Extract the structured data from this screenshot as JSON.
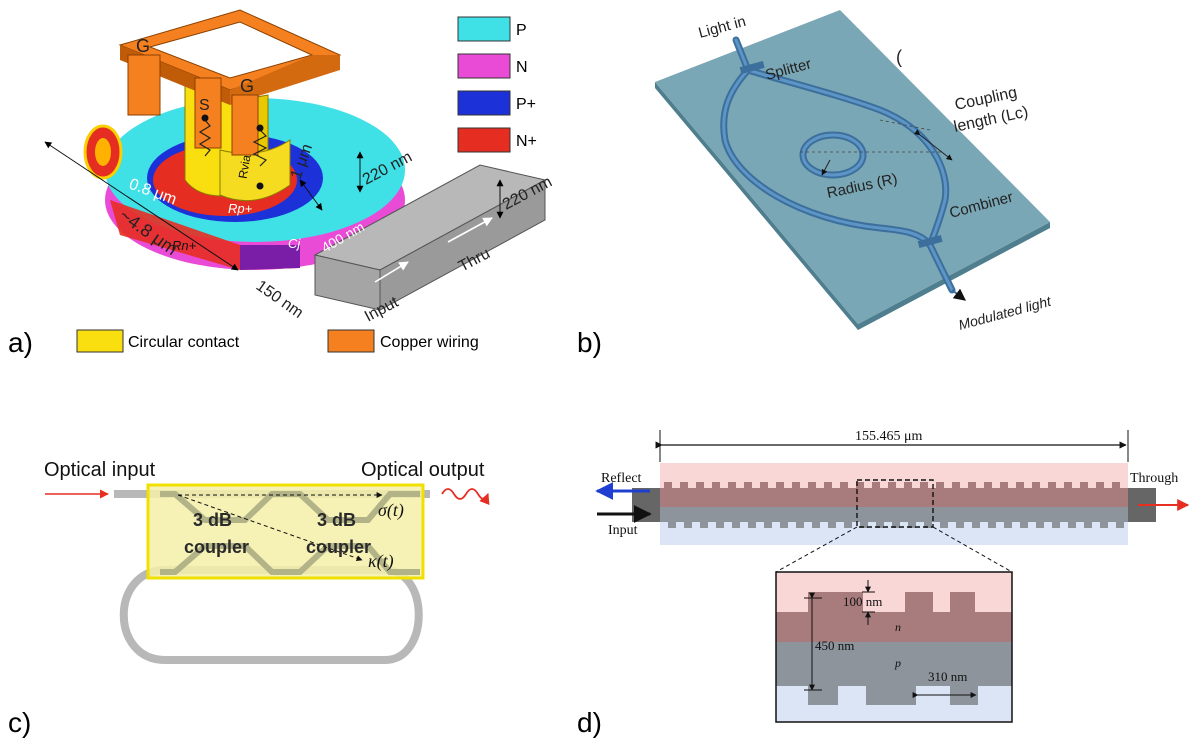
{
  "panel_a": {
    "panel_label": "a)",
    "legend": [
      {
        "label": "P",
        "color": "#3fe0e6"
      },
      {
        "label": "N",
        "color": "#ea4bd6"
      },
      {
        "label": "P+",
        "color": "#1c31d8"
      },
      {
        "label": "N+",
        "color": "#e52d22"
      }
    ],
    "legend_bottom": [
      {
        "label": "Circular contact",
        "color": "#f9df0f"
      },
      {
        "label": "Copper wiring",
        "color": "#f5801f"
      }
    ],
    "contacts": {
      "g1": "G",
      "s": "S",
      "g2": "G"
    },
    "dims": {
      "d220_ring": "220 nm",
      "d220_wg": "220 nm",
      "d1um": "1 μm",
      "d08": "0.8 μm",
      "d48": "~4.8 μm",
      "d400": "400 nm",
      "d150": "150 nm"
    },
    "resistors": {
      "rp": "Rp+",
      "rn": "Rn+",
      "rvia": "Rvia",
      "cj": "Cj"
    },
    "ports": {
      "input": "Input",
      "thru": "Thru"
    }
  },
  "panel_b": {
    "panel_label": "b)",
    "light_in": "Light in",
    "splitter": "Splitter",
    "coupling": [
      "Coupling",
      "length (Lc)"
    ],
    "radius": "Radius (R)",
    "combiner": "Combiner",
    "modulated": "Modulated light",
    "stray_mark": "("
  },
  "panel_c": {
    "panel_label": "c)",
    "optical_input": "Optical input",
    "optical_output": "Optical output",
    "coupler1": [
      "3 dB",
      "coupler"
    ],
    "coupler2": [
      "3 dB",
      "coupler"
    ],
    "sigma": "σ(t)",
    "kappa": "κ(t)"
  },
  "panel_d": {
    "panel_label": "d)",
    "length": "155.465 μm",
    "reflect": "Reflect",
    "input": "Input",
    "through": "Through",
    "d100": "100 nm",
    "d450": "450 nm",
    "d310": "310 nm",
    "n": "n",
    "p": "p"
  }
}
